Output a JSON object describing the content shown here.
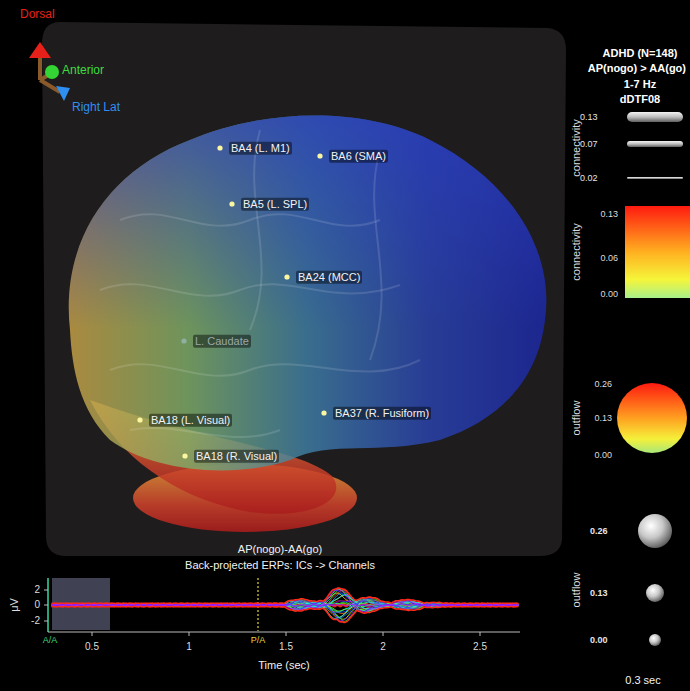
{
  "diagram": {
    "labels": [
      "Dorsal",
      "Anterior",
      "Right Lat",
      "BA4 (L. M1)",
      "BA6 (SMA)",
      "BA5 (L. SPL)",
      "BA24 (MCC)",
      "L. Caudate",
      "BA18 (L. Visual)",
      "BA37 (R. Fusiform)",
      "BA18 (R. Visual)",
      "ADHD (N=148)",
      "AP(nogo) > AA(go)",
      "1-7 Hz",
      "dDTF08",
      "connectivity",
      "connectivity",
      "0.13",
      "0.06",
      "0.00",
      "outflow",
      "0.26",
      "0.13",
      "0.00",
      "outflow",
      "AP(nogo)-AA(go)",
      "Back-projected ERPs: ICs -> Channels",
      "μV",
      "2",
      "0",
      "-2",
      "0.5",
      "1",
      "1.5",
      "2",
      "2.5",
      "Time (sec)",
      "A/A",
      "P/A",
      "0.3 sec"
    ],
    "legend": [
      {
        "text": "0.13"
      },
      {
        "text": "0.07"
      },
      {
        "text": "0.02"
      },
      {
        "text": "0.26"
      },
      {
        "text": "0.13"
      },
      {
        "text": "0.00"
      }
    ]
  }
}
